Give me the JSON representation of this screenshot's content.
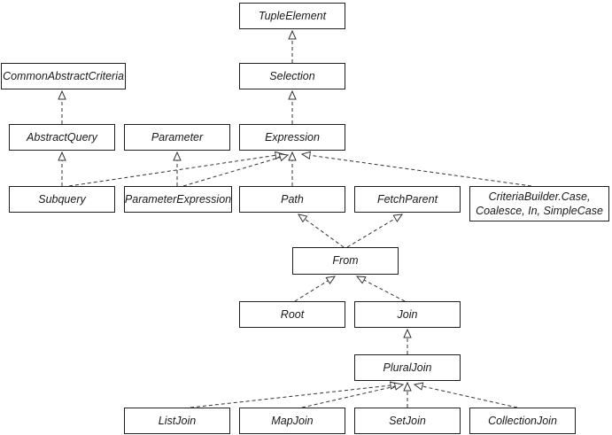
{
  "diagram": {
    "type": "uml-class-inheritance-diagram",
    "nodes": {
      "tuple_element": "TupleElement",
      "common_abstract_criteria": "CommonAbstractCriteria",
      "selection": "Selection",
      "abstract_query": "AbstractQuery",
      "parameter": "Parameter",
      "expression": "Expression",
      "subquery": "Subquery",
      "parameter_expression": "ParameterExpression",
      "path": "Path",
      "fetch_parent": "FetchParent",
      "criteria_builder_case": "CriteriaBuilder.Case, Coalesce, In, SimpleCase",
      "from": "From",
      "root": "Root",
      "join": "Join",
      "plural_join": "PluralJoin",
      "list_join": "ListJoin",
      "map_join": "MapJoin",
      "set_join": "SetJoin",
      "collection_join": "CollectionJoin"
    },
    "edges": [
      {
        "from": "Selection",
        "to": "TupleElement"
      },
      {
        "from": "AbstractQuery",
        "to": "CommonAbstractCriteria"
      },
      {
        "from": "Expression",
        "to": "Selection"
      },
      {
        "from": "Subquery",
        "to": "AbstractQuery"
      },
      {
        "from": "Subquery",
        "to": "Expression"
      },
      {
        "from": "ParameterExpression",
        "to": "Parameter"
      },
      {
        "from": "ParameterExpression",
        "to": "Expression"
      },
      {
        "from": "Path",
        "to": "Expression"
      },
      {
        "from": "CriteriaBuilder.Case, Coalesce, In, SimpleCase",
        "to": "Expression"
      },
      {
        "from": "From",
        "to": "Path"
      },
      {
        "from": "From",
        "to": "FetchParent"
      },
      {
        "from": "Root",
        "to": "From"
      },
      {
        "from": "Join",
        "to": "From"
      },
      {
        "from": "PluralJoin",
        "to": "Join"
      },
      {
        "from": "ListJoin",
        "to": "PluralJoin"
      },
      {
        "from": "MapJoin",
        "to": "PluralJoin"
      },
      {
        "from": "SetJoin",
        "to": "PluralJoin"
      },
      {
        "from": "CollectionJoin",
        "to": "PluralJoin"
      }
    ],
    "edge_style": "dashed line with hollow triangle arrowhead (UML realization/extends)",
    "colors": {
      "background": "#ffffff",
      "box_fill": "#ffffff",
      "box_border": "#1f1f1f",
      "line": "#333333",
      "text": "#1a1a1a"
    }
  }
}
